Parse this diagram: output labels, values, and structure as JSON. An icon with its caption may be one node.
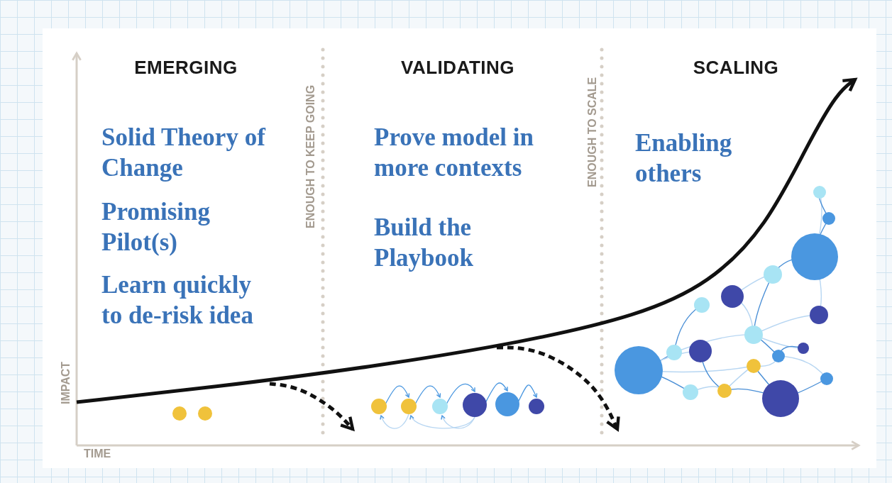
{
  "diagram": {
    "labels": [
      "EMERGING",
      "VALIDATING",
      "SCALING",
      "ENOUGH TO KEEP GOING",
      "ENOUGH TO SCALE",
      "Solid Theory of Change",
      "Prove model in more contexts",
      "Enabling others",
      "Promising Pilot(s)",
      "Build the Playbook",
      "Learn quickly to de-risk idea",
      "IMPACT",
      "TIME"
    ]
  }
}
